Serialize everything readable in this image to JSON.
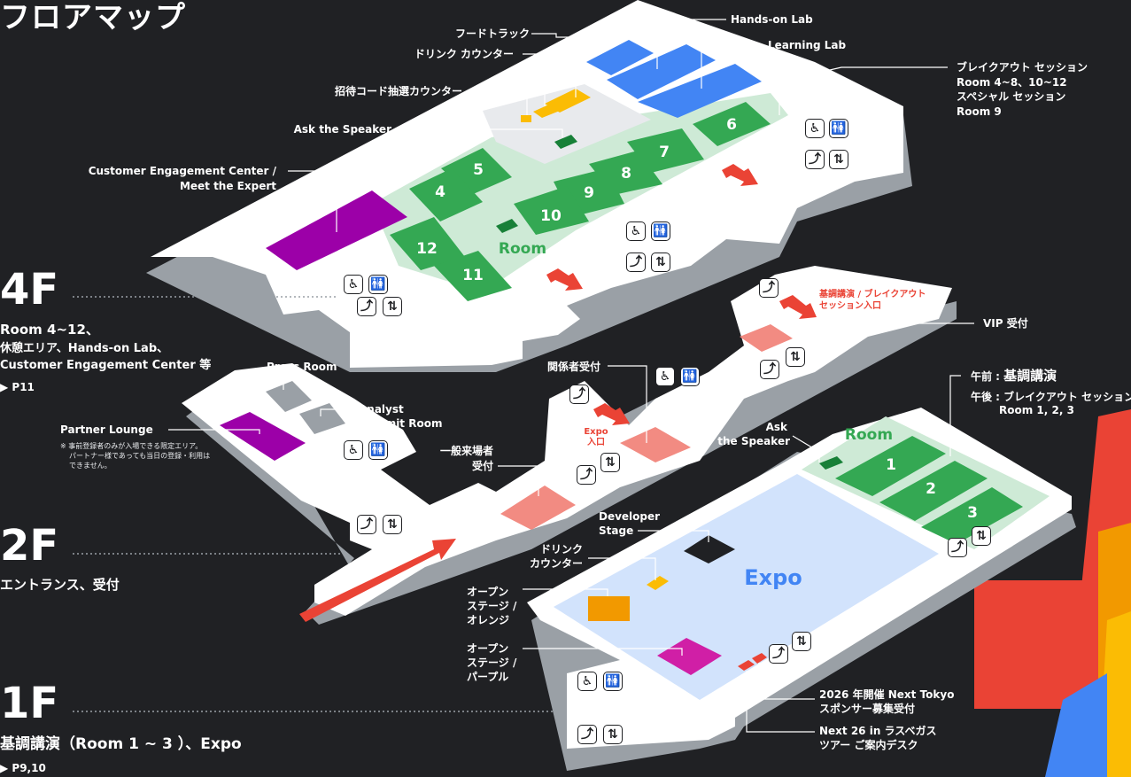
{
  "page_title": "フロアマップ",
  "floors": [
    {
      "id": "4f",
      "label": "4F",
      "desc": [
        "Room 4~12、",
        "休憩エリア、Hands-on Lab、",
        "Customer Engagement Center 等"
      ],
      "ref": "▶ P11"
    },
    {
      "id": "2f",
      "label": "2F",
      "desc": [
        "エントランス、受付"
      ],
      "ref": ""
    },
    {
      "id": "1f",
      "label": "1F",
      "desc": [
        "基調講演（Room 1 ~ 3 ）、Expo"
      ],
      "ref": "▶ P9,10"
    }
  ],
  "labels_4f": {
    "hands_on_lab": "Hands-on Lab",
    "learning_lab": "Learning Lab",
    "food_truck": "フードトラック",
    "drink_counter": "ドリンク カウンター",
    "invite_code": "招待コード抽選カウンター",
    "ask_speaker": "Ask the Speaker",
    "cec": [
      "Customer Engagement Center /",
      "Meet the Expert"
    ],
    "breakout": [
      "ブレイクアウト セッション",
      "Room 4~8、10~12",
      "スペシャル セッション",
      "Room 9"
    ],
    "room_word": "Room",
    "rooms": [
      "4",
      "5",
      "6",
      "7",
      "8",
      "9",
      "10",
      "11",
      "12"
    ]
  },
  "labels_2f": {
    "press_room": "Press Room",
    "analyst": [
      "Analyst",
      "Summit Room"
    ],
    "partner_lounge": "Partner Lounge",
    "partner_note": [
      "※ 事前登録者のみが入場できる限定エリア。",
      "パートナー様であっても当日の登録・利用は",
      "できません。"
    ],
    "keynote_entrance": [
      "基調講演 / ブレイクアウト",
      "セッション入口"
    ],
    "vip": "VIP 受付",
    "staff": "関係者受付",
    "expo_entrance": [
      "Expo",
      "入口"
    ],
    "general": [
      "一般来場者",
      "受付"
    ]
  },
  "labels_1f": {
    "am_prefix": "午前 :",
    "am_value": "基調講演",
    "pm_prefix": "午後 :",
    "pm_value": "ブレイクアウト セッション",
    "pm_rooms": "Room 1, 2, 3",
    "ask_speaker": [
      "Ask",
      "the Speaker"
    ],
    "room_word": "Room",
    "rooms": [
      "1",
      "2",
      "3"
    ],
    "dev_stage": [
      "Developer",
      "Stage"
    ],
    "drink": [
      "ドリンク",
      "カウンター"
    ],
    "open_orange": [
      "オープン",
      "ステージ /",
      "オレンジ"
    ],
    "open_purple": [
      "オープン",
      "ステージ /",
      "パープル"
    ],
    "expo": "Expo",
    "sponsor": [
      "2026 年開催 Next Tokyo",
      "スポンサー募集受付"
    ],
    "next26": [
      "Next 26 in ラスベガス",
      "ツアー ご案内デスク"
    ]
  },
  "icon_names": [
    "wheelchair-icon",
    "restroom-icon",
    "escalator-icon",
    "elevator-icon"
  ],
  "colors": {
    "background": "#202124",
    "room_green": "#34a853",
    "room_zone": "#ceead6",
    "expo_zone": "#d2e3fc",
    "lab_blue": "#4285f4",
    "cec_purple": "#9c00a8",
    "food_yellow": "#fbbc04",
    "reception_pink": "#f28b82",
    "arrow_red": "#ea4335",
    "open_orange": "#f29900",
    "open_purple": "#d01fa6"
  }
}
